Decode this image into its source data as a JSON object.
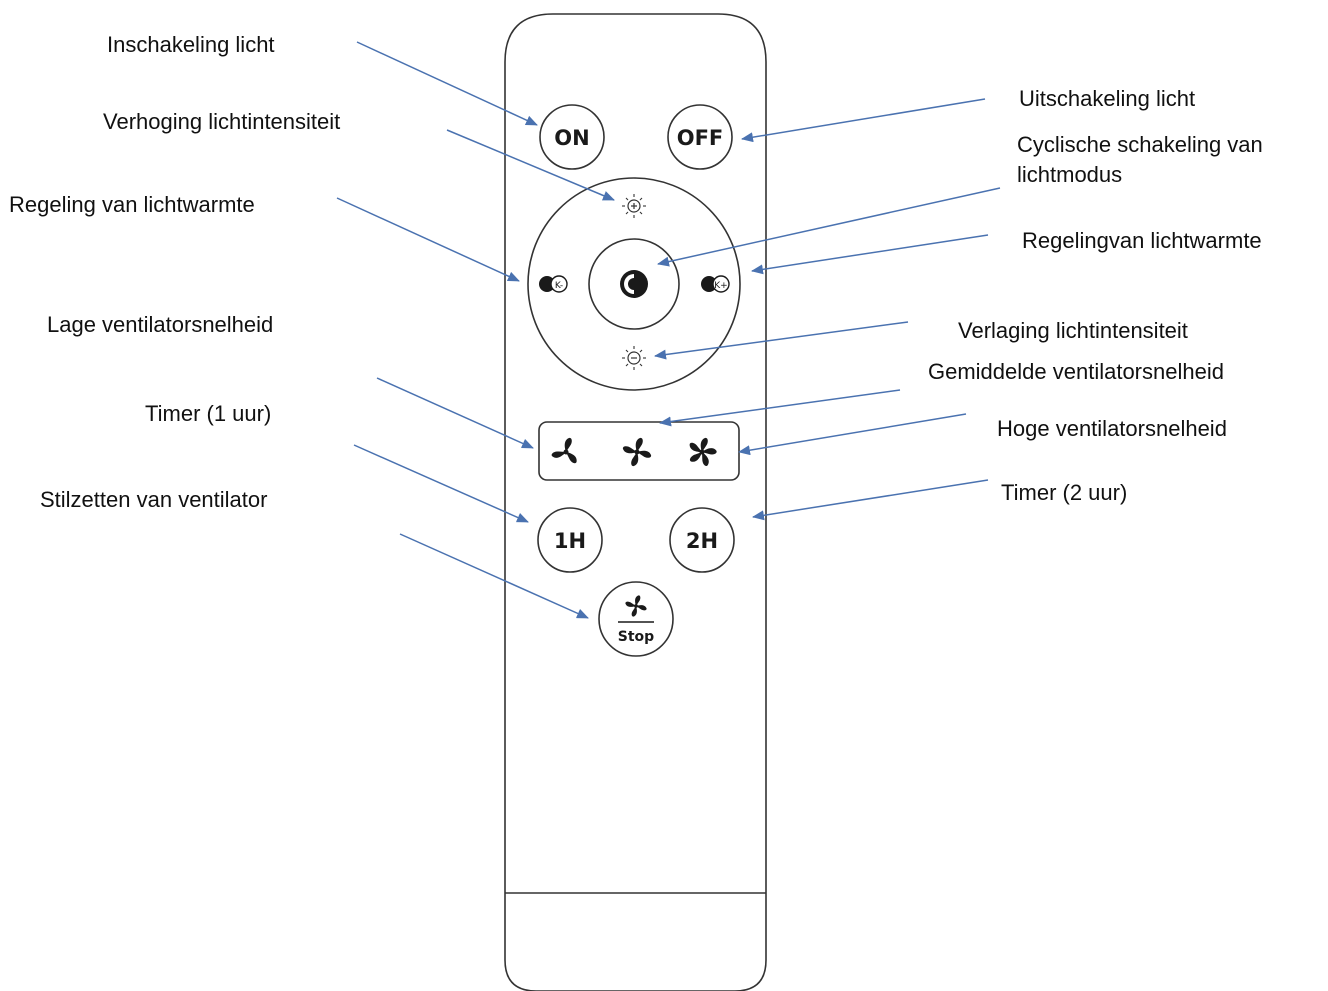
{
  "remote": {
    "buttons": {
      "on": "ON",
      "off": "OFF",
      "timer1": "1H",
      "timer2": "2H",
      "stop": "Stop"
    }
  },
  "labels": {
    "inschakeling_licht": "Inschakeling licht",
    "verhoging_lichtintensiteit": "Verhoging lichtintensiteit",
    "regeling_lichtwarmte_left": "Regeling van lichtwarmte",
    "lage_ventilatorsnelheid": "Lage ventilatorsnelheid",
    "timer_1_uur": "Timer (1 uur)",
    "stilzetten_ventilator": "Stilzetten van ventilator",
    "uitschakeling_licht": "Uitschakeling licht",
    "cyclische_schakeling": "Cyclische schakeling van lichtmodus",
    "regeling_lichtwarmte_right": "Regelingvan lichtwarmte",
    "verlaging_lichtintensiteit": "Verlaging lichtintensiteit",
    "gemiddelde_ventilatorsnelheid": "Gemiddelde ventilatorsnelheid",
    "hoge_ventilatorsnelheid": "Hoge ventilatorsnelheid",
    "timer_2_uur": "Timer (2 uur)"
  },
  "colors": {
    "arrow": "#4a72b0",
    "outline": "#333333"
  }
}
